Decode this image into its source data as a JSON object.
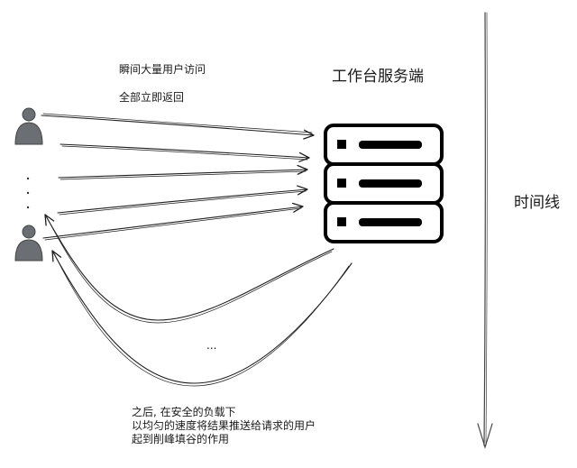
{
  "labels": {
    "burst": "瞬间大量用户访问",
    "instant_return": "全部立即返回",
    "server": "工作台服务端",
    "timeline": "时间线",
    "ellipsis": "..."
  },
  "note_lines": [
    "之后, 在安全的负载下",
    "以均匀的速度将结果推送给请求的用户",
    "起到削峰填谷的作用"
  ],
  "colors": {
    "user_fill": "#6b6e73",
    "stroke": "#1e1e1e",
    "background": "#ffffff"
  }
}
